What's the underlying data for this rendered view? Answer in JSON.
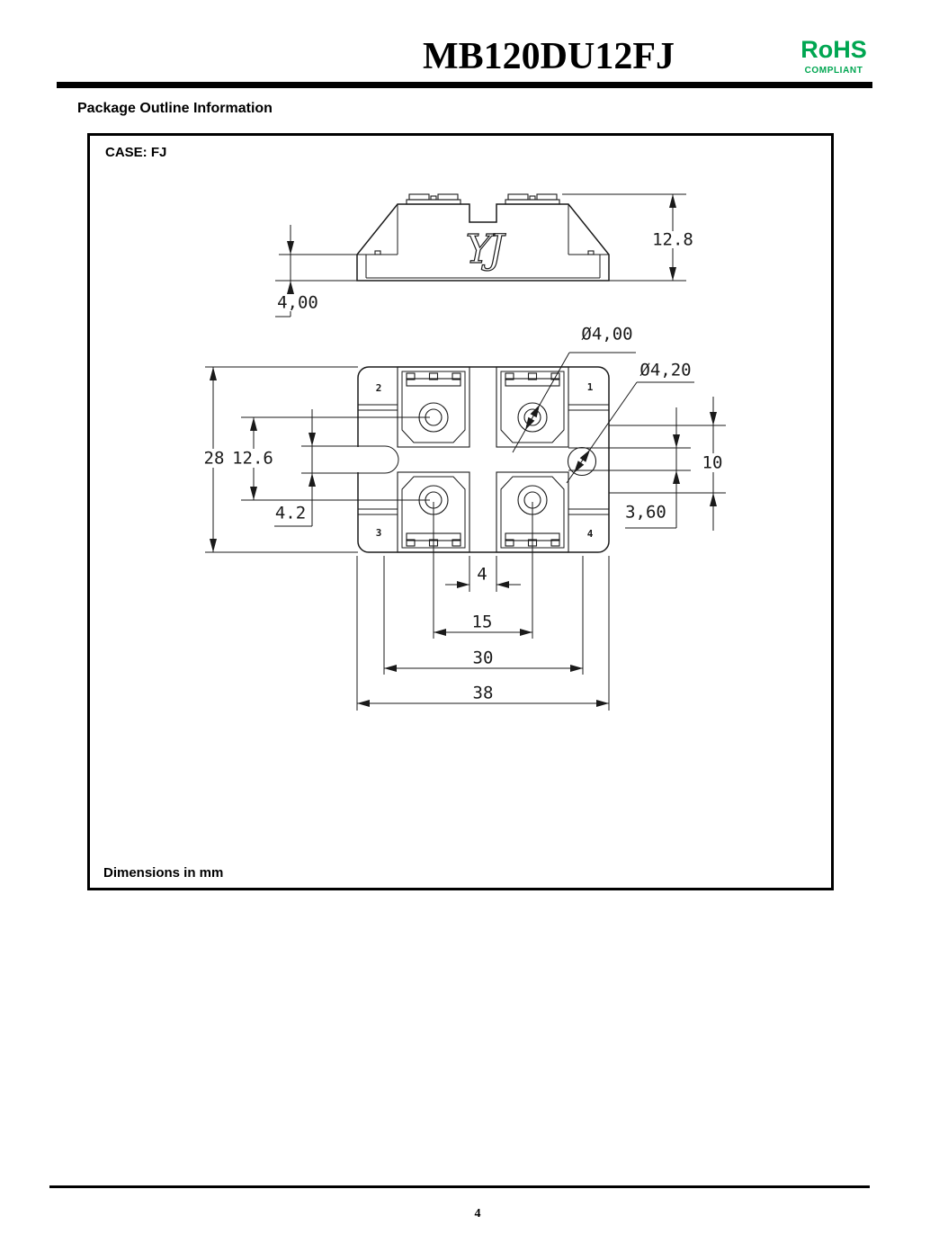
{
  "page": {
    "title": "MB120DU12FJ",
    "page_number": "4"
  },
  "rohs": {
    "line1": "RoHS",
    "line2": "COMPLIANT",
    "color": "#00A651"
  },
  "section": {
    "heading": "Package Outline Information"
  },
  "drawing": {
    "case_label": "CASE: FJ",
    "note": "Dimensions in mm",
    "logo": "YJ",
    "terminals": {
      "t1": "1",
      "t2": "2",
      "t3": "3",
      "t4": "4"
    },
    "dims": {
      "height": "12.8",
      "base_thickness": "4,00",
      "body_width": "28",
      "terminal_pitch_y": "12.6",
      "slot_width": "4.2",
      "screw_dia": "Ø4,00",
      "hole_dia": "Ø4,20",
      "hole_pitch": "10",
      "edge_offset": "3,60",
      "center_gap": "4",
      "terminal_pitch_x": "15",
      "mount_pitch": "30",
      "body_length": "38"
    }
  }
}
